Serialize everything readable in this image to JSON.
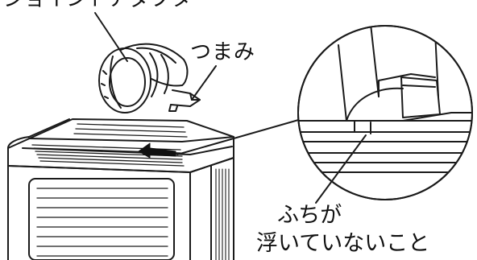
{
  "labels": {
    "top": "ジョイントアダプター",
    "knob": "つまみ",
    "note_line1": "ふちが",
    "note_line2": "浮いていないこと"
  },
  "colors": {
    "line": "#1a1a1a",
    "arrow_fill": "#111111",
    "background": "#ffffff"
  }
}
